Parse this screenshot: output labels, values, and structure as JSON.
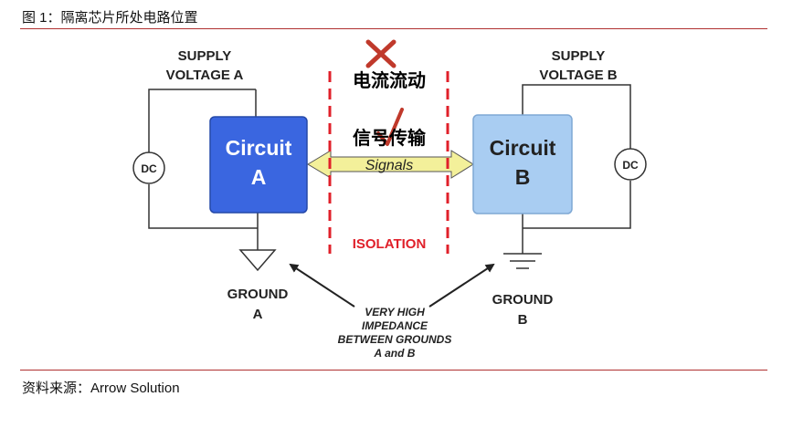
{
  "caption": "图 1：隔离芯片所处电路位置",
  "source": "资料来源：Arrow Solution",
  "diagram": {
    "supply_a": [
      "SUPPLY",
      "VOLTAGE A"
    ],
    "supply_b": [
      "SUPPLY",
      "VOLTAGE B"
    ],
    "circuit_a": [
      "Circuit",
      "A"
    ],
    "circuit_b": [
      "Circuit",
      "B"
    ],
    "dc_label": "DC",
    "current_flow": "电流流动",
    "signal_transfer": "信号传输",
    "signals": "Signals",
    "isolation": "ISOLATION",
    "ground_a": [
      "GROUND",
      "A"
    ],
    "ground_b": [
      "GROUND",
      "B"
    ],
    "impedance": [
      "VERY HIGH",
      "IMPEDANCE",
      "BETWEEN GROUNDS",
      "A and B"
    ],
    "colors": {
      "circuit_a": "#3a66e0",
      "circuit_b": "#a9cdf2",
      "signal_arrow": "#f3f09a",
      "isolation": "#e0202a",
      "cross": "#c0392b",
      "rule": "#b03030"
    }
  }
}
